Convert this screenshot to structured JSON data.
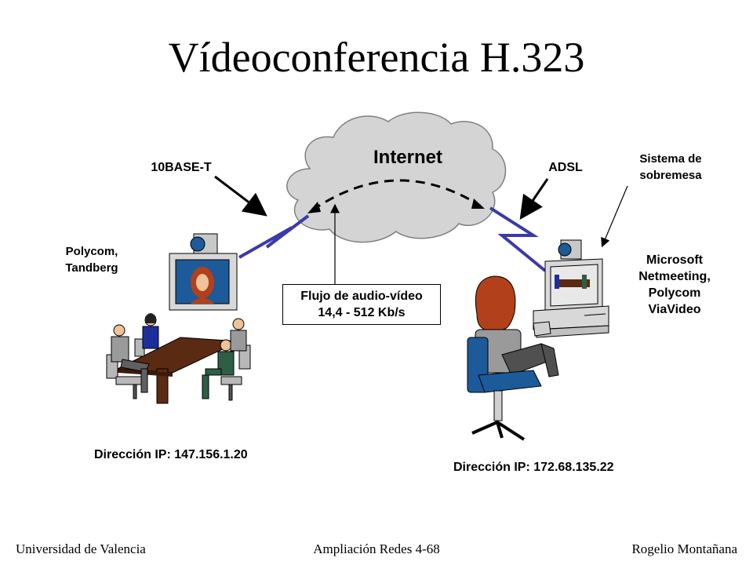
{
  "title": "Vídeoconferencia H.323",
  "cloud_label": "Internet",
  "labels": {
    "left_link": "10BASE-T",
    "right_link": "ADSL",
    "desktop_system": [
      "Sistema de",
      "sobremesa"
    ],
    "left_equipment": [
      "Polycom,",
      "Tandberg"
    ],
    "right_equipment": [
      "Microsoft",
      "Netmeeting,",
      "Polycom",
      "ViaVideo"
    ]
  },
  "flow_box": [
    "Flujo de audio-vídeo",
    "14,4 - 512 Kb/s"
  ],
  "left_ip": "Dirección IP: 147.156.1.20",
  "right_ip": "Dirección IP: 172.68.135.22",
  "footer": {
    "left": "Universidad de Valencia",
    "center": "Ampliación Redes 4-68",
    "right": "Rogelio Montañana"
  },
  "colors": {
    "cloud": "#d4d4d4",
    "link": "#3a3aa8",
    "table": "#5a2a12",
    "monitor": "#d8d8d8",
    "hair": "#b2401a"
  }
}
